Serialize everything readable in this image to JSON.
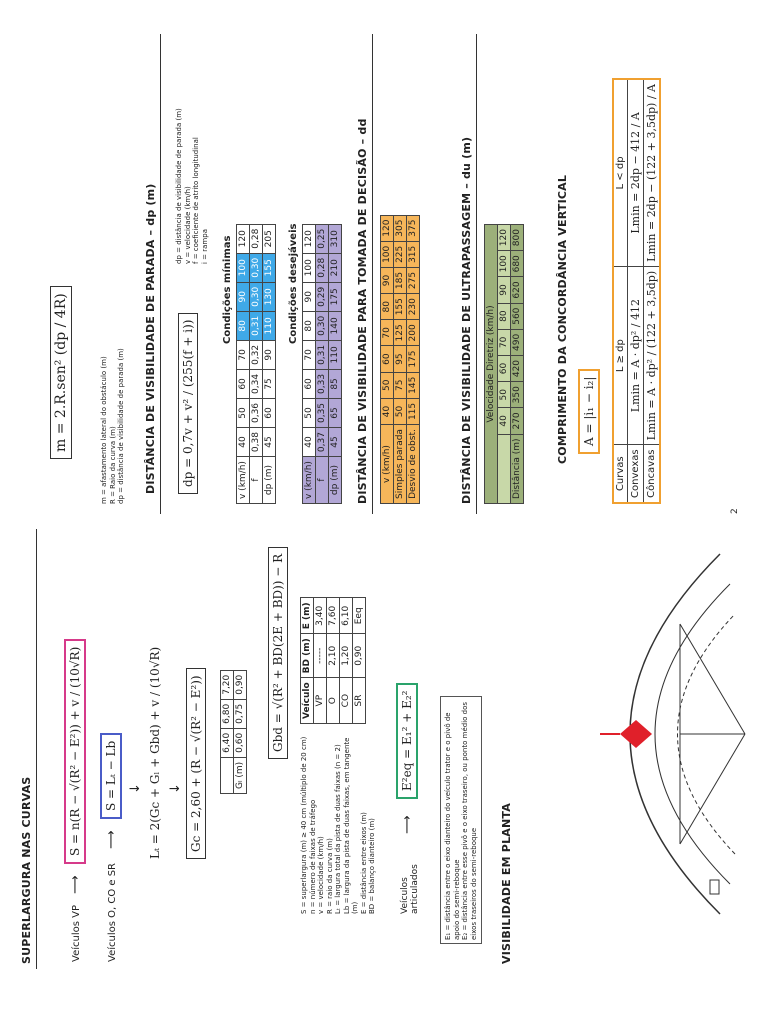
{
  "left": {
    "superlargura_title": "SUPERLARGURA NAS CURVAS",
    "veiculos_vp": "Veículos VP",
    "formula_s_vp": "S = n(R − √(R² − E²)) + v / (10√R)",
    "veiculos_o": "Veículos O, CO e SR",
    "formula_s_o": "S = Lₜ − Lb",
    "formula_lt": "Lₜ = 2(Gc + Gₗ + Gbd) + v / (10√R)",
    "formula_gc": "Gc = 2,60 + (R − √(R² − E²))",
    "gl_table": {
      "rows": [
        [
          "",
          "6,40",
          "6,80",
          "7,20"
        ],
        [
          "Gₗ (m)",
          "0,60",
          "0,75",
          "0,90"
        ]
      ]
    },
    "formula_gbd": "Gbd = √(R² + BD(2E + BD)) − R",
    "veic_table": {
      "headers": [
        "Veículo",
        "BD (m)",
        "E (m)"
      ],
      "rows": [
        [
          "VP",
          "-----",
          "3,40"
        ],
        [
          "O",
          "2,10",
          "7,60"
        ],
        [
          "CO",
          "1,20",
          "6,10"
        ],
        [
          "SR",
          "0,90",
          "Eeq"
        ]
      ]
    },
    "legend": [
      "S = superlargura (m) ≥ 40 cm (múltiplo de 20 cm)",
      "n = número de faixas de tráfego",
      "v = velocidade (km/h)",
      "R = raio da curva (m)",
      "Lₜ = largura total da pista de duas faixas (n = 2)",
      "Lb = largura da pista de duas faixas, em tangente (m)",
      "E = distância entre eixos (m)",
      "BD = balanço dianteiro (m)"
    ],
    "articulados_label": "Veículos articulados",
    "formula_eq": "E²eq = E₁² + E₂²",
    "legend_e": [
      "E₁ = distância entre o eixo dianteiro do veículo trator e o pivô de apoio do semi-reboque",
      "E₂ = distância entre esse pivô e o eixo traseiro, ou ponto médio dos eixos traseiros do semi-reboque"
    ],
    "planta_title": "VISIBILIDADE EM PLANTA"
  },
  "right": {
    "formula_m": "m = 2.R.sen² (dp / 4R)",
    "legend_m": [
      "m = afastamento lateral do obstáculo (m)",
      "R = Raio da curva (m)",
      "dp = distância de visibilidade de parada (m)"
    ],
    "parada_title": "DISTÂNCIA DE VISIBILIDADE DE PARADA – dp (m)",
    "formula_dp": "dp = 0,7v + v² / (255(f + i))",
    "legend_dp": [
      "dp = distância de visibilidade de parada (m)",
      "v = velocidade (km/h)",
      "f = coeficiente de atrito longitudinal",
      "i = rampa"
    ],
    "minimas_label": "Condições mínimas",
    "minimas": {
      "v": [
        "v (km/h)",
        "40",
        "50",
        "60",
        "70",
        "80",
        "90",
        "100",
        "120"
      ],
      "f": [
        "f",
        "0,38",
        "0,36",
        "0,34",
        "0,32",
        "0,31",
        "0,30",
        "0,30",
        "0,28"
      ],
      "dp": [
        "dp (m)",
        "45",
        "60",
        "75",
        "90",
        "110",
        "130",
        "155",
        "205"
      ]
    },
    "desejaveis_label": "Condições desejáveis",
    "desejaveis": {
      "v": [
        "v (km/h)",
        "40",
        "50",
        "60",
        "70",
        "80",
        "90",
        "100",
        "120"
      ],
      "f": [
        "f",
        "0,37",
        "0,35",
        "0,33",
        "0,31",
        "0,30",
        "0,29",
        "0,28",
        "0,25"
      ],
      "dp": [
        "dp (m)",
        "45",
        "65",
        "85",
        "110",
        "140",
        "175",
        "210",
        "310"
      ]
    },
    "decisao_title": "DISTÂNCIA DE VISIBILIDADE PARA TOMADA DE DECISÃO – dd",
    "decisao": {
      "v": [
        "v (km/h)",
        "40",
        "50",
        "60",
        "70",
        "80",
        "90",
        "100",
        "120"
      ],
      "simples": [
        "Simples parada",
        "50",
        "75",
        "95",
        "125",
        "155",
        "185",
        "225",
        "305"
      ],
      "desvio": [
        "Desvio de obst.",
        "115",
        "145",
        "175",
        "200",
        "230",
        "275",
        "315",
        "375"
      ]
    },
    "ultrapassagem_title": "DISTÂNCIA DE VISIBILIDADE DE ULTRAPASSAGEM – du (m)",
    "ultrapassagem": {
      "header": "Velocidade Diretriz (km/h)",
      "v": [
        "",
        "40",
        "50",
        "60",
        "70",
        "80",
        "90",
        "100",
        "120"
      ],
      "dist": [
        "Distância (m)",
        "270",
        "350",
        "420",
        "490",
        "560",
        "620",
        "680",
        "800"
      ]
    },
    "vertical_title": "COMPRIMENTO DA CONCORDÂNCIA VERTICAL",
    "formula_a": "A = |i₁ − i₂|",
    "vertical": {
      "headers": [
        "Curvas",
        "L ≥ dp",
        "L < dp"
      ],
      "convexas": [
        "Convexas",
        "Lmin = A · dp² / 412",
        "Lmin = 2dp − 412 / A"
      ],
      "concavas": [
        "Côncavas",
        "Lmin = A · dp² / (122 + 3,5dp)",
        "Lmin = 2dp − (122 + 3,5dp) / A"
      ]
    }
  },
  "page_number": "2",
  "colors": {
    "pink": "#d63a8a",
    "blue": "#3fa9e8",
    "purple": "#b2a7d6",
    "orange": "#f6b65a",
    "green": "#c8d8a8"
  }
}
